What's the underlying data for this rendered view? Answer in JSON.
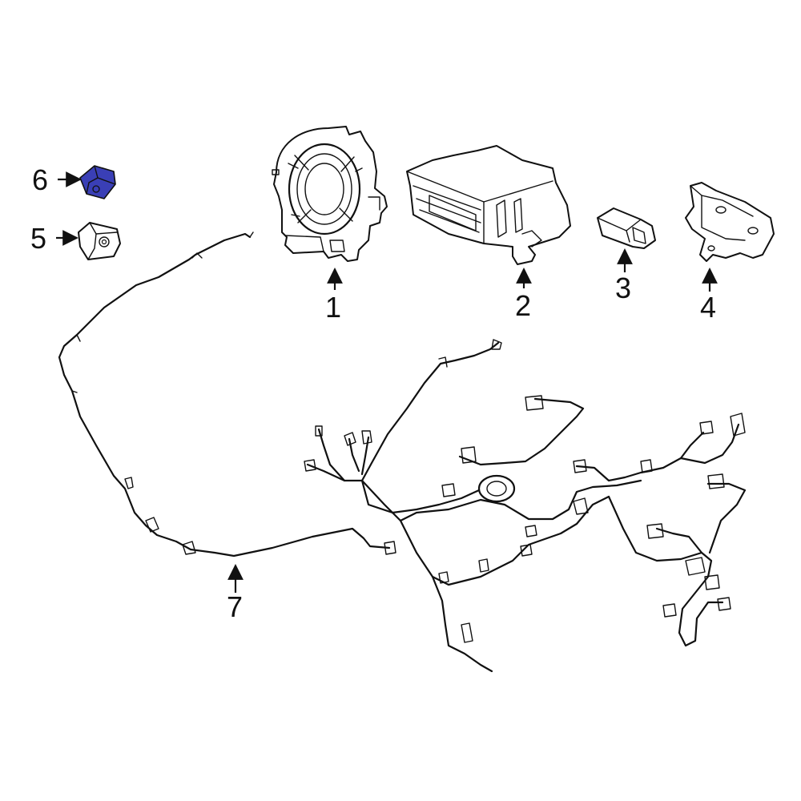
{
  "diagram": {
    "highlight_color": "#3a3fb6",
    "callouts": [
      {
        "id": "1",
        "label": "1",
        "icon": "clockspring-icon"
      },
      {
        "id": "2",
        "label": "2",
        "icon": "airbag-control-module-icon"
      },
      {
        "id": "3",
        "label": "3",
        "icon": "impact-sensor-icon"
      },
      {
        "id": "4",
        "label": "4",
        "icon": "module-bracket-icon"
      },
      {
        "id": "5",
        "label": "5",
        "icon": "sensor-icon"
      },
      {
        "id": "6",
        "label": "6",
        "icon": "highlighted-sensor-icon"
      },
      {
        "id": "7",
        "label": "7",
        "icon": "wiring-harness-icon"
      }
    ]
  }
}
